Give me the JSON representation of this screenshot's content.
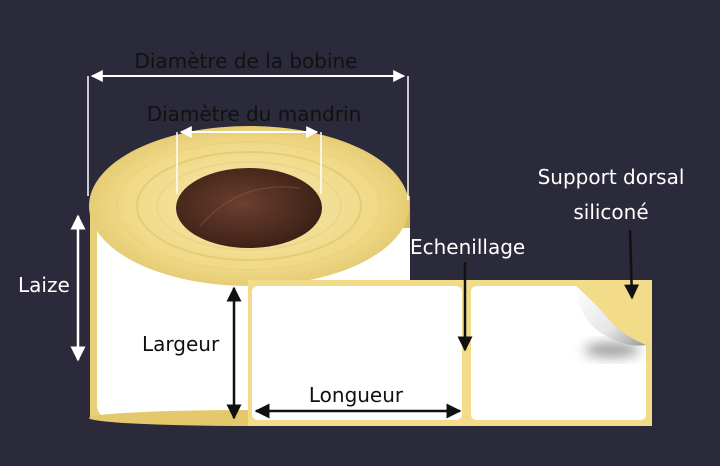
{
  "labels": {
    "roll_diameter": "Diamètre de la bobine",
    "core_diameter": "Diamètre du mandrin",
    "backing_line1": "Support dorsal",
    "backing_line2": "siliconé",
    "matrix": "Echenillage",
    "web_width": "Laize",
    "label_width": "Largeur",
    "label_length": "Longueur"
  },
  "colors": {
    "background": "#2a2a3b",
    "liner": "#f2dc8a",
    "liner_shade": "#d9bf62",
    "core": "#4a2a1c",
    "label": "#ffffff",
    "text_dark": "#111111",
    "text_light": "#ffffff"
  }
}
